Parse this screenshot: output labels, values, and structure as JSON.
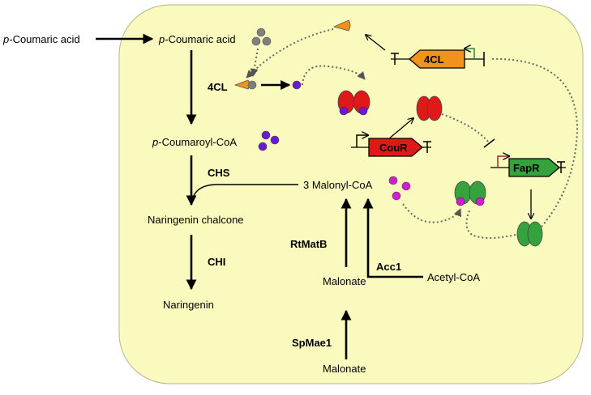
{
  "metabolites": {
    "coumaric_outside_prefix": "p",
    "coumaric_outside": "-Coumaric acid",
    "coumaric_inside_prefix": "p",
    "coumaric_inside": "-Coumaric acid",
    "coumaroyl_coa_prefix": "p",
    "coumaroyl_coa": "-Coumaroyl-CoA",
    "naringenin_chalcone": "Naringenin chalcone",
    "naringenin": "Naringenin",
    "malonyl_coa": "3 Malonyl-CoA",
    "malonate_inside": "Malonate",
    "malonate_outside": "Malonate",
    "acetyl_coa": "Acetyl-CoA"
  },
  "enzymes": {
    "fourcl": "4CL",
    "chs": "CHS",
    "chi": "CHI",
    "rtmatb": "RtMatB",
    "acc1": "Acc1",
    "spmae1": "SpMae1"
  },
  "genes": {
    "fourcl": "4CL",
    "cour": "CouR",
    "fapr": "FapR"
  },
  "colors": {
    "cell": "#fafabf",
    "cell_border": "#b5b58a",
    "fourcl": "#f0921b",
    "cour": "#e11818",
    "fapr": "#35a23d",
    "coumaric_dot": "#7f7f7f",
    "coumaroyl_dot": "#6a19d6",
    "malonyl_dot": "#d51ad5",
    "promoter_green": "#2e8b3a",
    "promoter_red": "#b02020"
  }
}
